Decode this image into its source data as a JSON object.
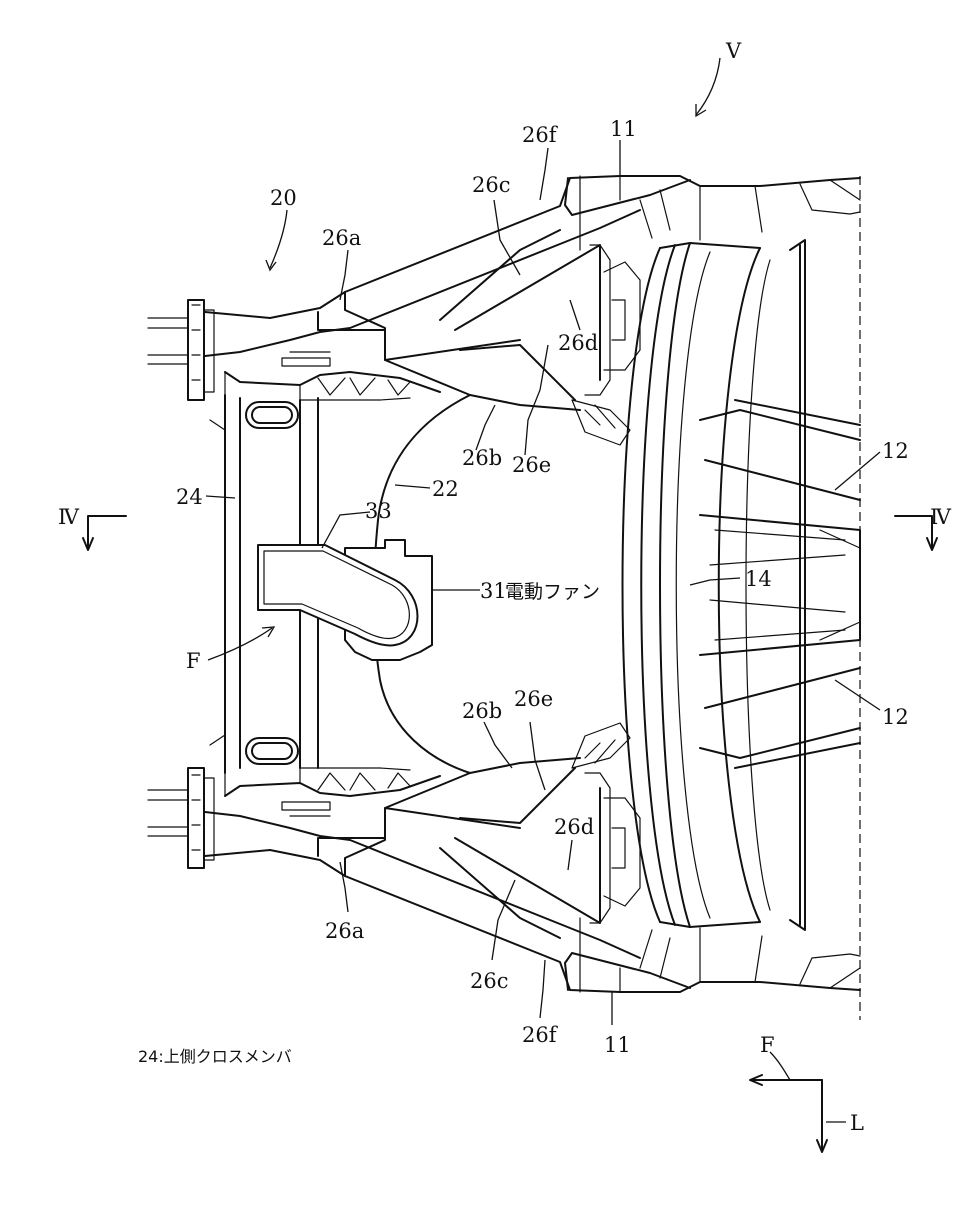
{
  "labels": {
    "l20": "20",
    "lV": "V",
    "l11_top": "11",
    "l11_bot": "11",
    "l26f_top": "26f",
    "l26f_bot": "26f",
    "l26c_top": "26c",
    "l26c_bot": "26c",
    "l26a_top": "26a",
    "l26a_bot": "26a",
    "l26d_top": "26d",
    "l26d_bot": "26d",
    "l26b_top": "26b",
    "l26b_bot": "26b",
    "l26e_top": "26e",
    "l26e_bot": "26e",
    "l22": "22",
    "l24": "24",
    "l33": "33",
    "l31": "31",
    "l31_text": "電動ファン",
    "l14": "14",
    "l12_top": "12",
    "l12_bot": "12",
    "lF": "F",
    "lIV_left": "Ⅳ",
    "lIV_right": "Ⅳ"
  },
  "caption": "24:上側クロスメンバ",
  "direction": {
    "forward": "F",
    "left": "L"
  }
}
